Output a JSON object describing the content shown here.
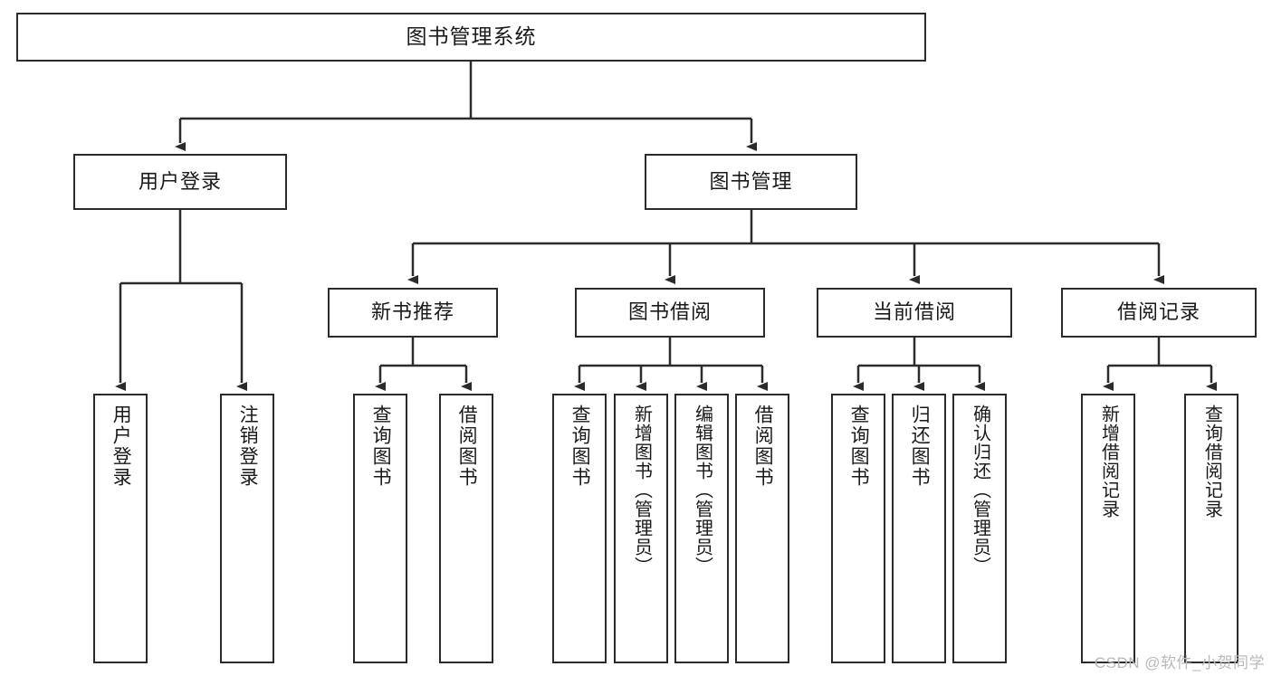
{
  "diagram": {
    "title": "图书管理系统",
    "type": "tree-hierarchy-diagram",
    "watermark": "CSDN @软件_小贺同学",
    "colors": {
      "stroke": "#2b2b2b",
      "fill": "#ffffff",
      "text": "#1a1a1a",
      "watermark": "#b9b9b9"
    },
    "nodes": {
      "root": {
        "label": "图书管理系统"
      },
      "level2": [
        {
          "id": "user-login",
          "label": "用户登录"
        },
        {
          "id": "book-manage",
          "label": "图书管理"
        }
      ],
      "level3": [
        {
          "id": "new-book-recommend",
          "label": "新书推荐"
        },
        {
          "id": "book-borrow",
          "label": "图书借阅"
        },
        {
          "id": "current-borrow",
          "label": "当前借阅"
        },
        {
          "id": "borrow-record",
          "label": "借阅记录"
        }
      ],
      "leaves": {
        "user_login": [
          {
            "id": "leaf-user-login",
            "label": "用户登录"
          },
          {
            "id": "leaf-logout-login",
            "label": "注销登录"
          }
        ],
        "new_book_recommend": [
          {
            "id": "leaf-query-book-1",
            "label": "查询图书"
          },
          {
            "id": "leaf-borrow-book-1",
            "label": "借阅图书"
          }
        ],
        "book_borrow": [
          {
            "id": "leaf-query-book-2",
            "label": "查询图书"
          },
          {
            "id": "leaf-add-book",
            "label": "新增图书（管理员）"
          },
          {
            "id": "leaf-edit-book",
            "label": "编辑图书（管理员）"
          },
          {
            "id": "leaf-borrow-book-2",
            "label": "借阅图书"
          }
        ],
        "current_borrow": [
          {
            "id": "leaf-query-book-3",
            "label": "查询图书"
          },
          {
            "id": "leaf-return-book",
            "label": "归还图书"
          },
          {
            "id": "leaf-confirm-return",
            "label": "确认归还（管理员）"
          }
        ],
        "borrow_record": [
          {
            "id": "leaf-add-borrow-record",
            "label": "新增借阅记录"
          },
          {
            "id": "leaf-query-borrow-record",
            "label": "查询借阅记录"
          }
        ]
      }
    }
  }
}
